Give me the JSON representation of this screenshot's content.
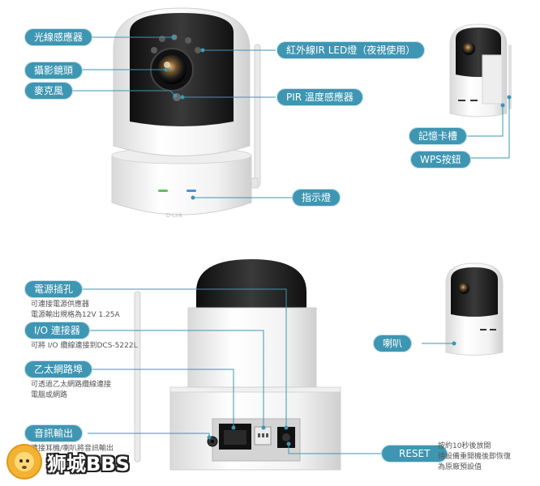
{
  "labels": {
    "light_sensor": "光線感應器",
    "ir_led": "紅外線IR LED燈（夜視使用）",
    "camera_lens": "攝影鏡頭",
    "microphone": "麥克風",
    "pir_sensor": "PIR 溫度感應器",
    "memory_slot": "記憶卡槽",
    "wps_button": "WPS按鈕",
    "indicator": "指示燈",
    "power_jack": "電源插孔",
    "io_connector": "I/O 連接器",
    "ethernet": "乙太網路埠",
    "audio_out": "音訊輸出",
    "speaker": "喇叭",
    "reset": "RESET"
  },
  "descriptions": {
    "power_jack": [
      "可連接電源供應器",
      "電源輸出規格為12V 1.25A"
    ],
    "io_connector": [
      "可將 I/O 纜線連接到DCS-5222L"
    ],
    "ethernet": [
      "可透過乙太網路纜線連接",
      "電腦或網路"
    ],
    "audio_out": [
      "連接耳機/喇叭將音訊輸出"
    ],
    "reset": [
      "按約10秒後放開",
      "待設備重開機後即恢復",
      "為原廠預設值"
    ]
  },
  "watermark": {
    "text": "狮城BBS",
    "icon": "lion-icon"
  },
  "colors": {
    "pill": "#3e96b2",
    "leader_line": "#3e96b2",
    "camera_body": "#f4f4f4",
    "camera_head": "#1e1e1e"
  }
}
